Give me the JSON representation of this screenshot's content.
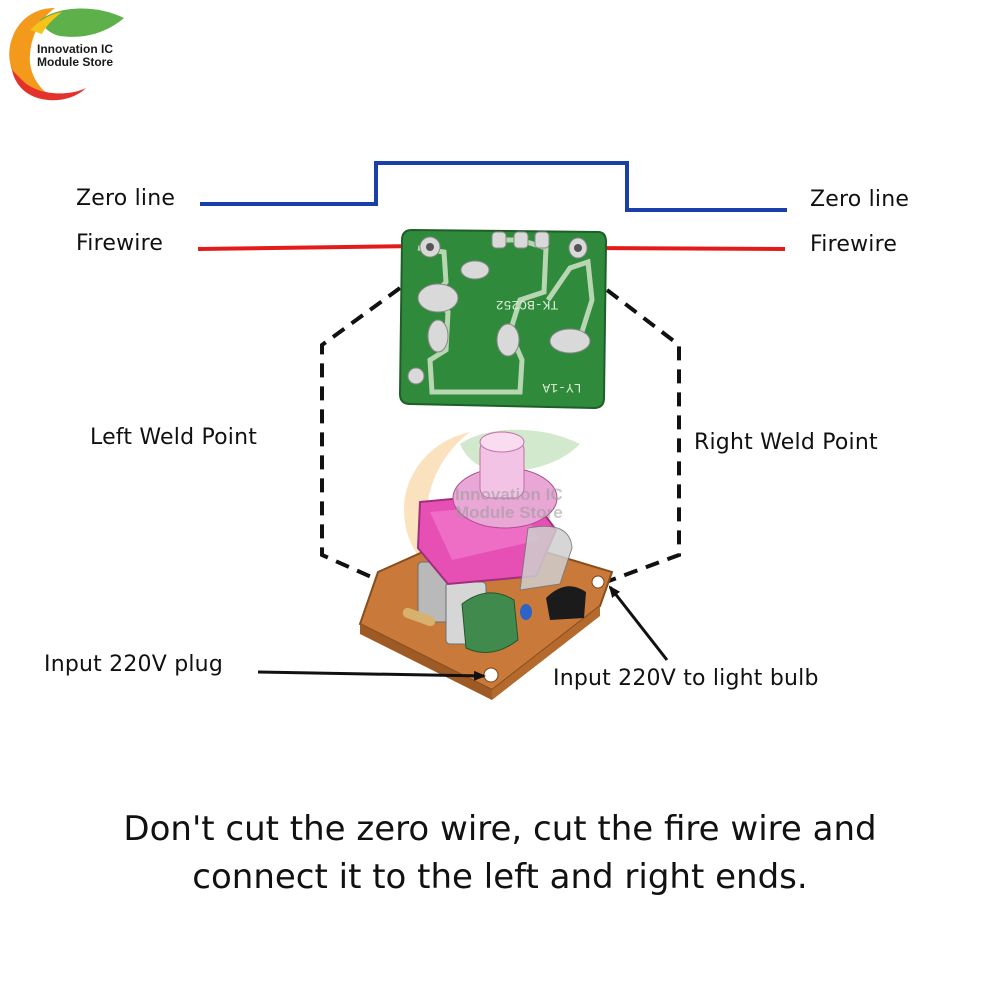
{
  "brand": {
    "logo_line1": "Innovation IC",
    "logo_line2": "Module Store",
    "colors": {
      "green": "#5db04a",
      "orange": "#f39a1c",
      "red": "#e5312b",
      "yellow": "#f6c21c"
    }
  },
  "wires": {
    "zero_left": "Zero line",
    "zero_right": "Zero line",
    "fire_left": "Firewire",
    "fire_right": "Firewire",
    "zero_color": "#1a3fa8",
    "fire_color": "#e31b1b"
  },
  "board": {
    "silk_code": "TK-BC252",
    "silk_model": "LY-1A",
    "pcb_color": "#2f8a3c",
    "base_color": "#c97a3a",
    "knob_color": "#e64fb4"
  },
  "labels": {
    "left_weld": "Left Weld Point",
    "right_weld": "Right Weld Point",
    "input_plug": "Input 220V plug",
    "input_bulb": "Input 220V to light bulb"
  },
  "watermark": {
    "line1": "Innovation IC",
    "line2": "Module Store"
  },
  "caption": {
    "line1": "Don't cut the zero wire, cut the fire wire and",
    "line2": "connect it to the left and right ends."
  }
}
